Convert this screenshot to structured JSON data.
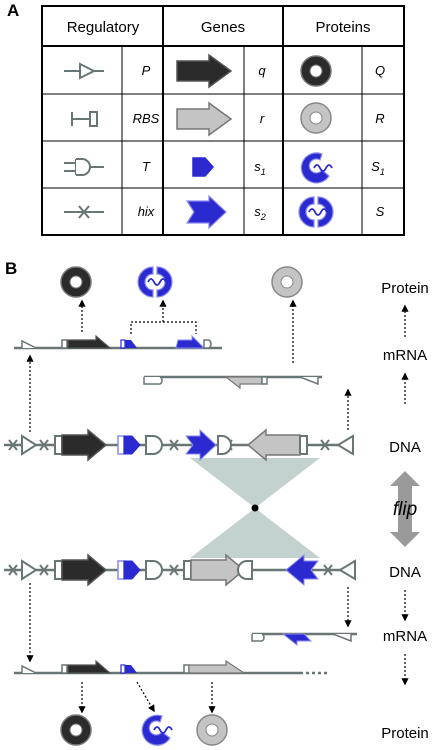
{
  "panel_a": {
    "letter": "A",
    "headers": {
      "regulatory": "Regulatory",
      "genes": "Genes",
      "proteins": "Proteins"
    },
    "rows": [
      {
        "regulatory_symbol": "promoter-icon",
        "regulatory_label": "P",
        "gene_symbol": "dark-gene-arrow-icon",
        "gene_label": "q",
        "protein_symbol": "dark-ring-protein-icon",
        "protein_label": "Q"
      },
      {
        "regulatory_symbol": "rbs-icon",
        "regulatory_label": "RBS",
        "gene_symbol": "light-gene-arrow-icon",
        "gene_label": "r",
        "protein_symbol": "light-ring-protein-icon",
        "protein_label": "R"
      },
      {
        "regulatory_symbol": "terminator-icon",
        "regulatory_label": "T",
        "gene_symbol": "blue-half-gene-icon",
        "gene_label": "s",
        "gene_sub": "1",
        "protein_symbol": "blue-half-protein-icon",
        "protein_label": "S",
        "protein_sub": "1"
      },
      {
        "regulatory_symbol": "hix-site-icon",
        "regulatory_label": "hix",
        "gene_symbol": "blue-full-gene-icon",
        "gene_label": "s",
        "gene_sub": "2",
        "protein_symbol": "blue-full-protein-icon",
        "protein_label": "S"
      }
    ]
  },
  "panel_b": {
    "letter": "B",
    "side_labels": [
      "Protein",
      "mRNA",
      "DNA",
      "DNA",
      "mRNA",
      "Protein"
    ],
    "flip_label": "flip"
  },
  "colors": {
    "dark_gene": "#2b2b2b",
    "light_gene": "#c4c4c4",
    "blue": "#2a2ad0",
    "blue_light": "#8a8af0",
    "strand": "#6a7676",
    "hourglass": "#c4d2cf",
    "flip_arrow": "#9a9a9a"
  }
}
